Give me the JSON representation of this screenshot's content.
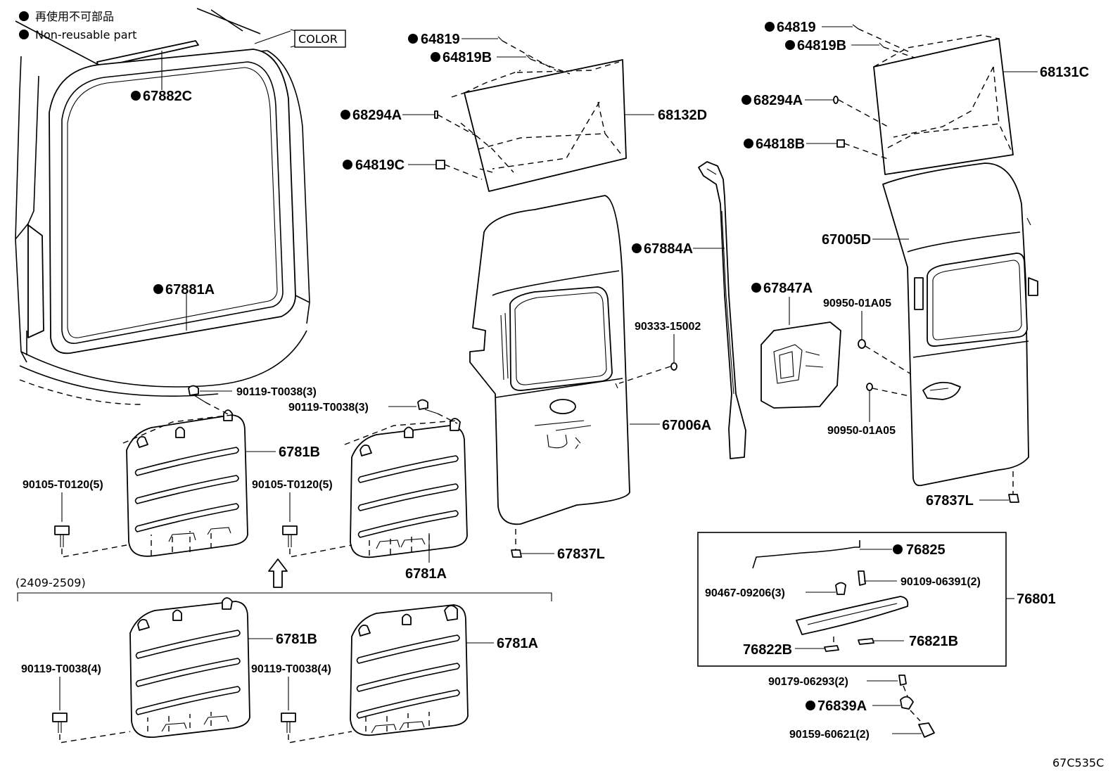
{
  "legend": {
    "japanese": "再使用不可部品",
    "english": "Non-reusable part"
  },
  "color_tag": "COLOR",
  "period_note": "(2409-2509)",
  "diagram_id": "67C535C",
  "parts": {
    "p67882C": "67882C",
    "p67881A": "67881A",
    "p64819_l": "64819",
    "p64819B_l": "64819B",
    "p68294A_l": "68294A",
    "p64819C": "64819C",
    "p68132D": "68132D",
    "p64819_r": "64819",
    "p64819B_r": "64819B",
    "p68294A_r": "68294A",
    "p64818B": "64818B",
    "p68131C": "68131C",
    "p67884A": "67884A",
    "p67005D": "67005D",
    "p67847A": "67847A",
    "p90950_01A05_a": "90950-01A05",
    "p90950_01A05_b": "90950-01A05",
    "p90333_15002": "90333-15002",
    "p67006A": "67006A",
    "p67837L_l": "67837L",
    "p67837L_r": "67837L",
    "p90119_T0038_3a": "90119-T0038(3)",
    "p90119_T0038_3b": "90119-T0038(3)",
    "p6781B_top": "6781B",
    "p90105_T0120_5a": "90105-T0120(5)",
    "p90105_T0120_5b": "90105-T0120(5)",
    "p6781A_top": "6781A",
    "p6781B_bot": "6781B",
    "p6781A_bot": "6781A",
    "p90119_T0038_4a": "90119-T0038(4)",
    "p90119_T0038_4b": "90119-T0038(4)",
    "p76825": "76825",
    "p90467_09206_3": "90467-09206(3)",
    "p90109_06391_2": "90109-06391(2)",
    "p76801": "76801",
    "p76822B": "76822B",
    "p76821B": "76821B",
    "p90179_06293_2": "90179-06293(2)",
    "p76839A": "76839A",
    "p90159_60621_2": "90159-60621(2)"
  },
  "icons": {
    "non_reusable_marker": "filled-circle-icon",
    "update_arrow": "up-arrow-icon"
  }
}
